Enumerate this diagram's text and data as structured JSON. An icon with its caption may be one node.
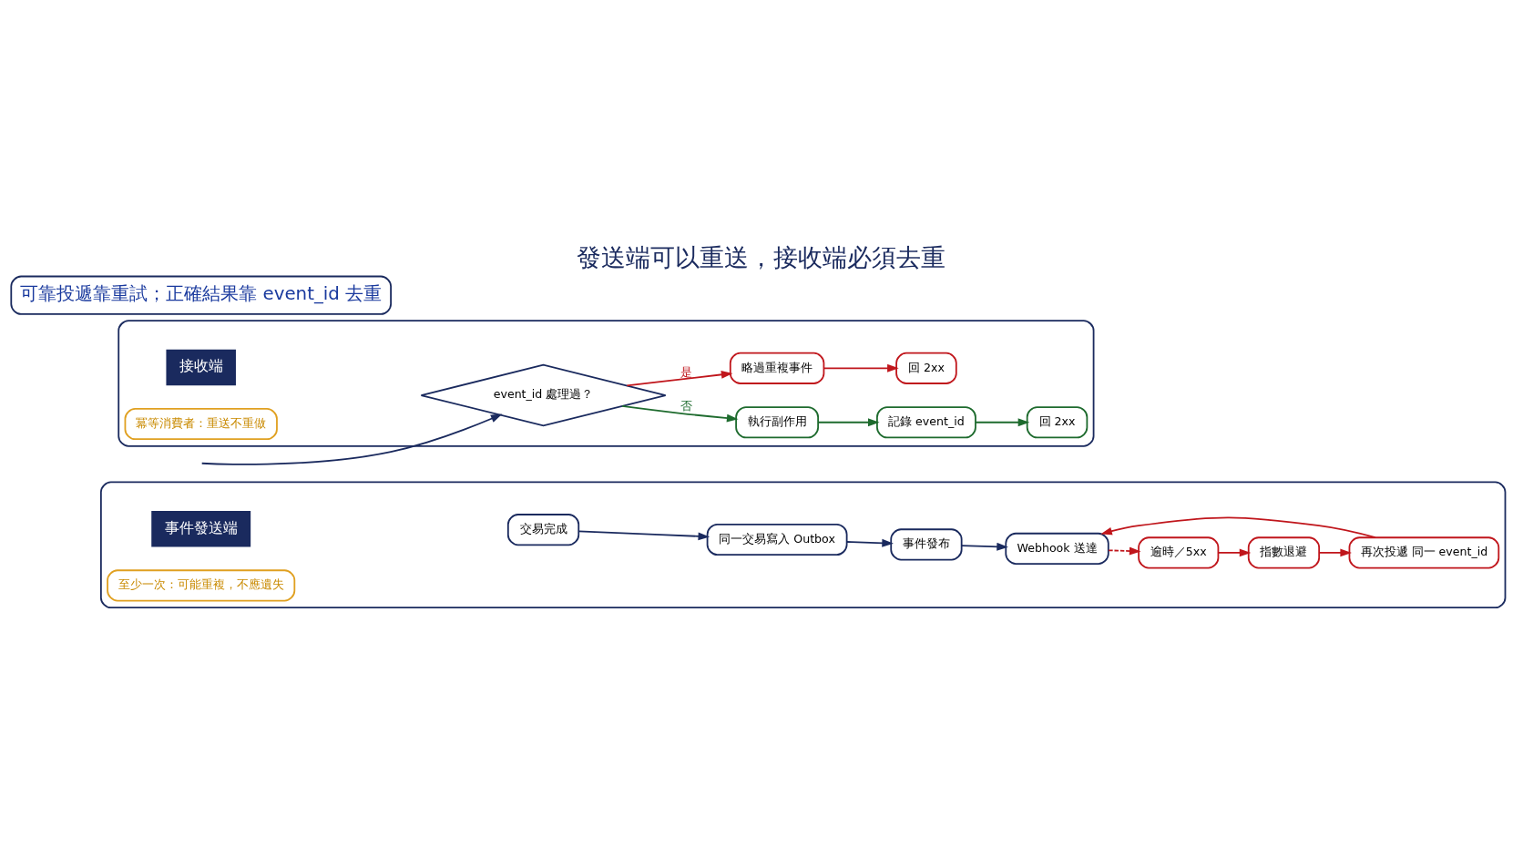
{
  "diagram": {
    "title": "發送端可以重送，接收端必須去重",
    "nodes": [
      {
        "text": [
          "事件發送端"
        ]
      },
      {
        "text": [
          "交易完成"
        ],
        "in": 0
      },
      {
        "text": [
          "同一交易寫入 Outbox"
        ],
        "in": 0
      },
      {
        "text": [
          "事件發布"
        ],
        "in": 0
      },
      {
        "text": [
          "Webhook 送達"
        ],
        "in": 0
      },
      {
        "text": [
          "逾時／5xx"
        ],
        "in": 0
      },
      {
        "text": [
          "指數退避"
        ],
        "in": 0
      },
      {
        "text": [
          "再次投遞 同一 event_id"
        ],
        "in": 0
      },
      {
        "text": [
          "至少一次：可能重複，不應遺失"
        ],
        "in": 0
      },
      {
        "text": [
          "接收端"
        ]
      },
      {
        "text": [
          "event_id 處理過？"
        ],
        "in": 9
      },
      {
        "text": [
          "執行副作用"
        ],
        "in": 9
      },
      {
        "text": [
          "記錄 event_id"
        ],
        "in": 9
      },
      {
        "text": [
          "回 2xx"
        ],
        "in": 9
      },
      {
        "text": [
          "略過重複事件"
        ],
        "in": 9
      },
      {
        "text": [
          "回 2xx"
        ],
        "in": 9
      },
      {
        "text": [
          "冪等消費者：重送不重做"
        ],
        "in": 9
      },
      {
        "text": [
          "可靠投遞靠重試；正確結果靠 event_id 去重"
        ]
      }
    ],
    "edges": [
      {
        "from": 1,
        "to": 2,
        "arrow": "to",
        "color": "#1a2a5e"
      },
      {
        "from": 2,
        "to": 3,
        "arrow": "to",
        "color": "#1a2a5e"
      },
      {
        "from": 3,
        "to": 4,
        "arrow": "to",
        "color": "#1a2a5e"
      },
      {
        "from": 4,
        "to": 5,
        "arrow": "to",
        "style": "dashed"
      },
      {
        "from": 5,
        "to": 6,
        "arrow": "to"
      },
      {
        "from": 6,
        "to": 7,
        "arrow": "to"
      },
      {
        "from": 7,
        "to": 4,
        "arrow": "to"
      },
      {
        "from": null,
        "to": 10,
        "arrow": "to",
        "color": "#1a2a5e"
      },
      {
        "from": 10,
        "to": 11,
        "arrow": "to",
        "label": "否",
        "color": "#1e6b2e"
      },
      {
        "from": 11,
        "to": 12,
        "arrow": "to",
        "color": "#1e6b2e"
      },
      {
        "from": 12,
        "to": 13,
        "arrow": "to",
        "color": "#1e6b2e"
      },
      {
        "from": 10,
        "to": 14,
        "arrow": "to",
        "label": "是"
      },
      {
        "from": 14,
        "to": 15,
        "arrow": "to"
      }
    ]
  }
}
